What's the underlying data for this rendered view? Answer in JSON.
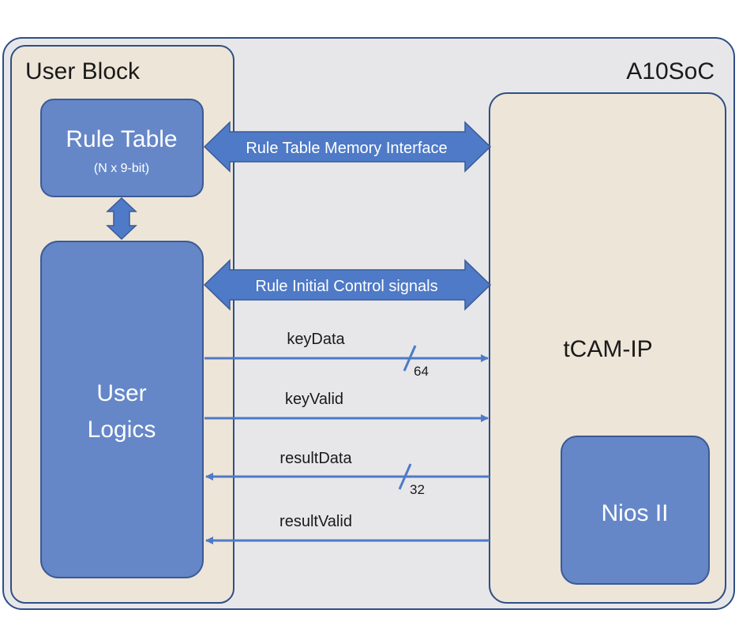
{
  "outer": {
    "title": "A10SoC"
  },
  "user_block": {
    "title": "User Block"
  },
  "rule_table": {
    "title": "Rule Table",
    "subtitle": "(N x 9-bit)"
  },
  "user_logics": {
    "line1": "User",
    "line2": "Logics"
  },
  "tcam": {
    "title": "tCAM-IP"
  },
  "nios": {
    "title": "Nios II"
  },
  "buses": {
    "memory_interface": "Rule Table Memory Interface",
    "control_signals": "Rule Initial Control signals"
  },
  "signals": {
    "key_data": {
      "label": "keyData",
      "width": "64"
    },
    "key_valid": {
      "label": "keyValid"
    },
    "result_data": {
      "label": "resultData",
      "width": "32"
    },
    "result_valid": {
      "label": "resultValid"
    }
  },
  "colors": {
    "block_blue": "#6587c8",
    "block_border": "#3b5a95",
    "panel_beige": "#ede5d8",
    "outer_gray": "#e7e7ea",
    "arrow_blue": "#4e7ac7"
  }
}
